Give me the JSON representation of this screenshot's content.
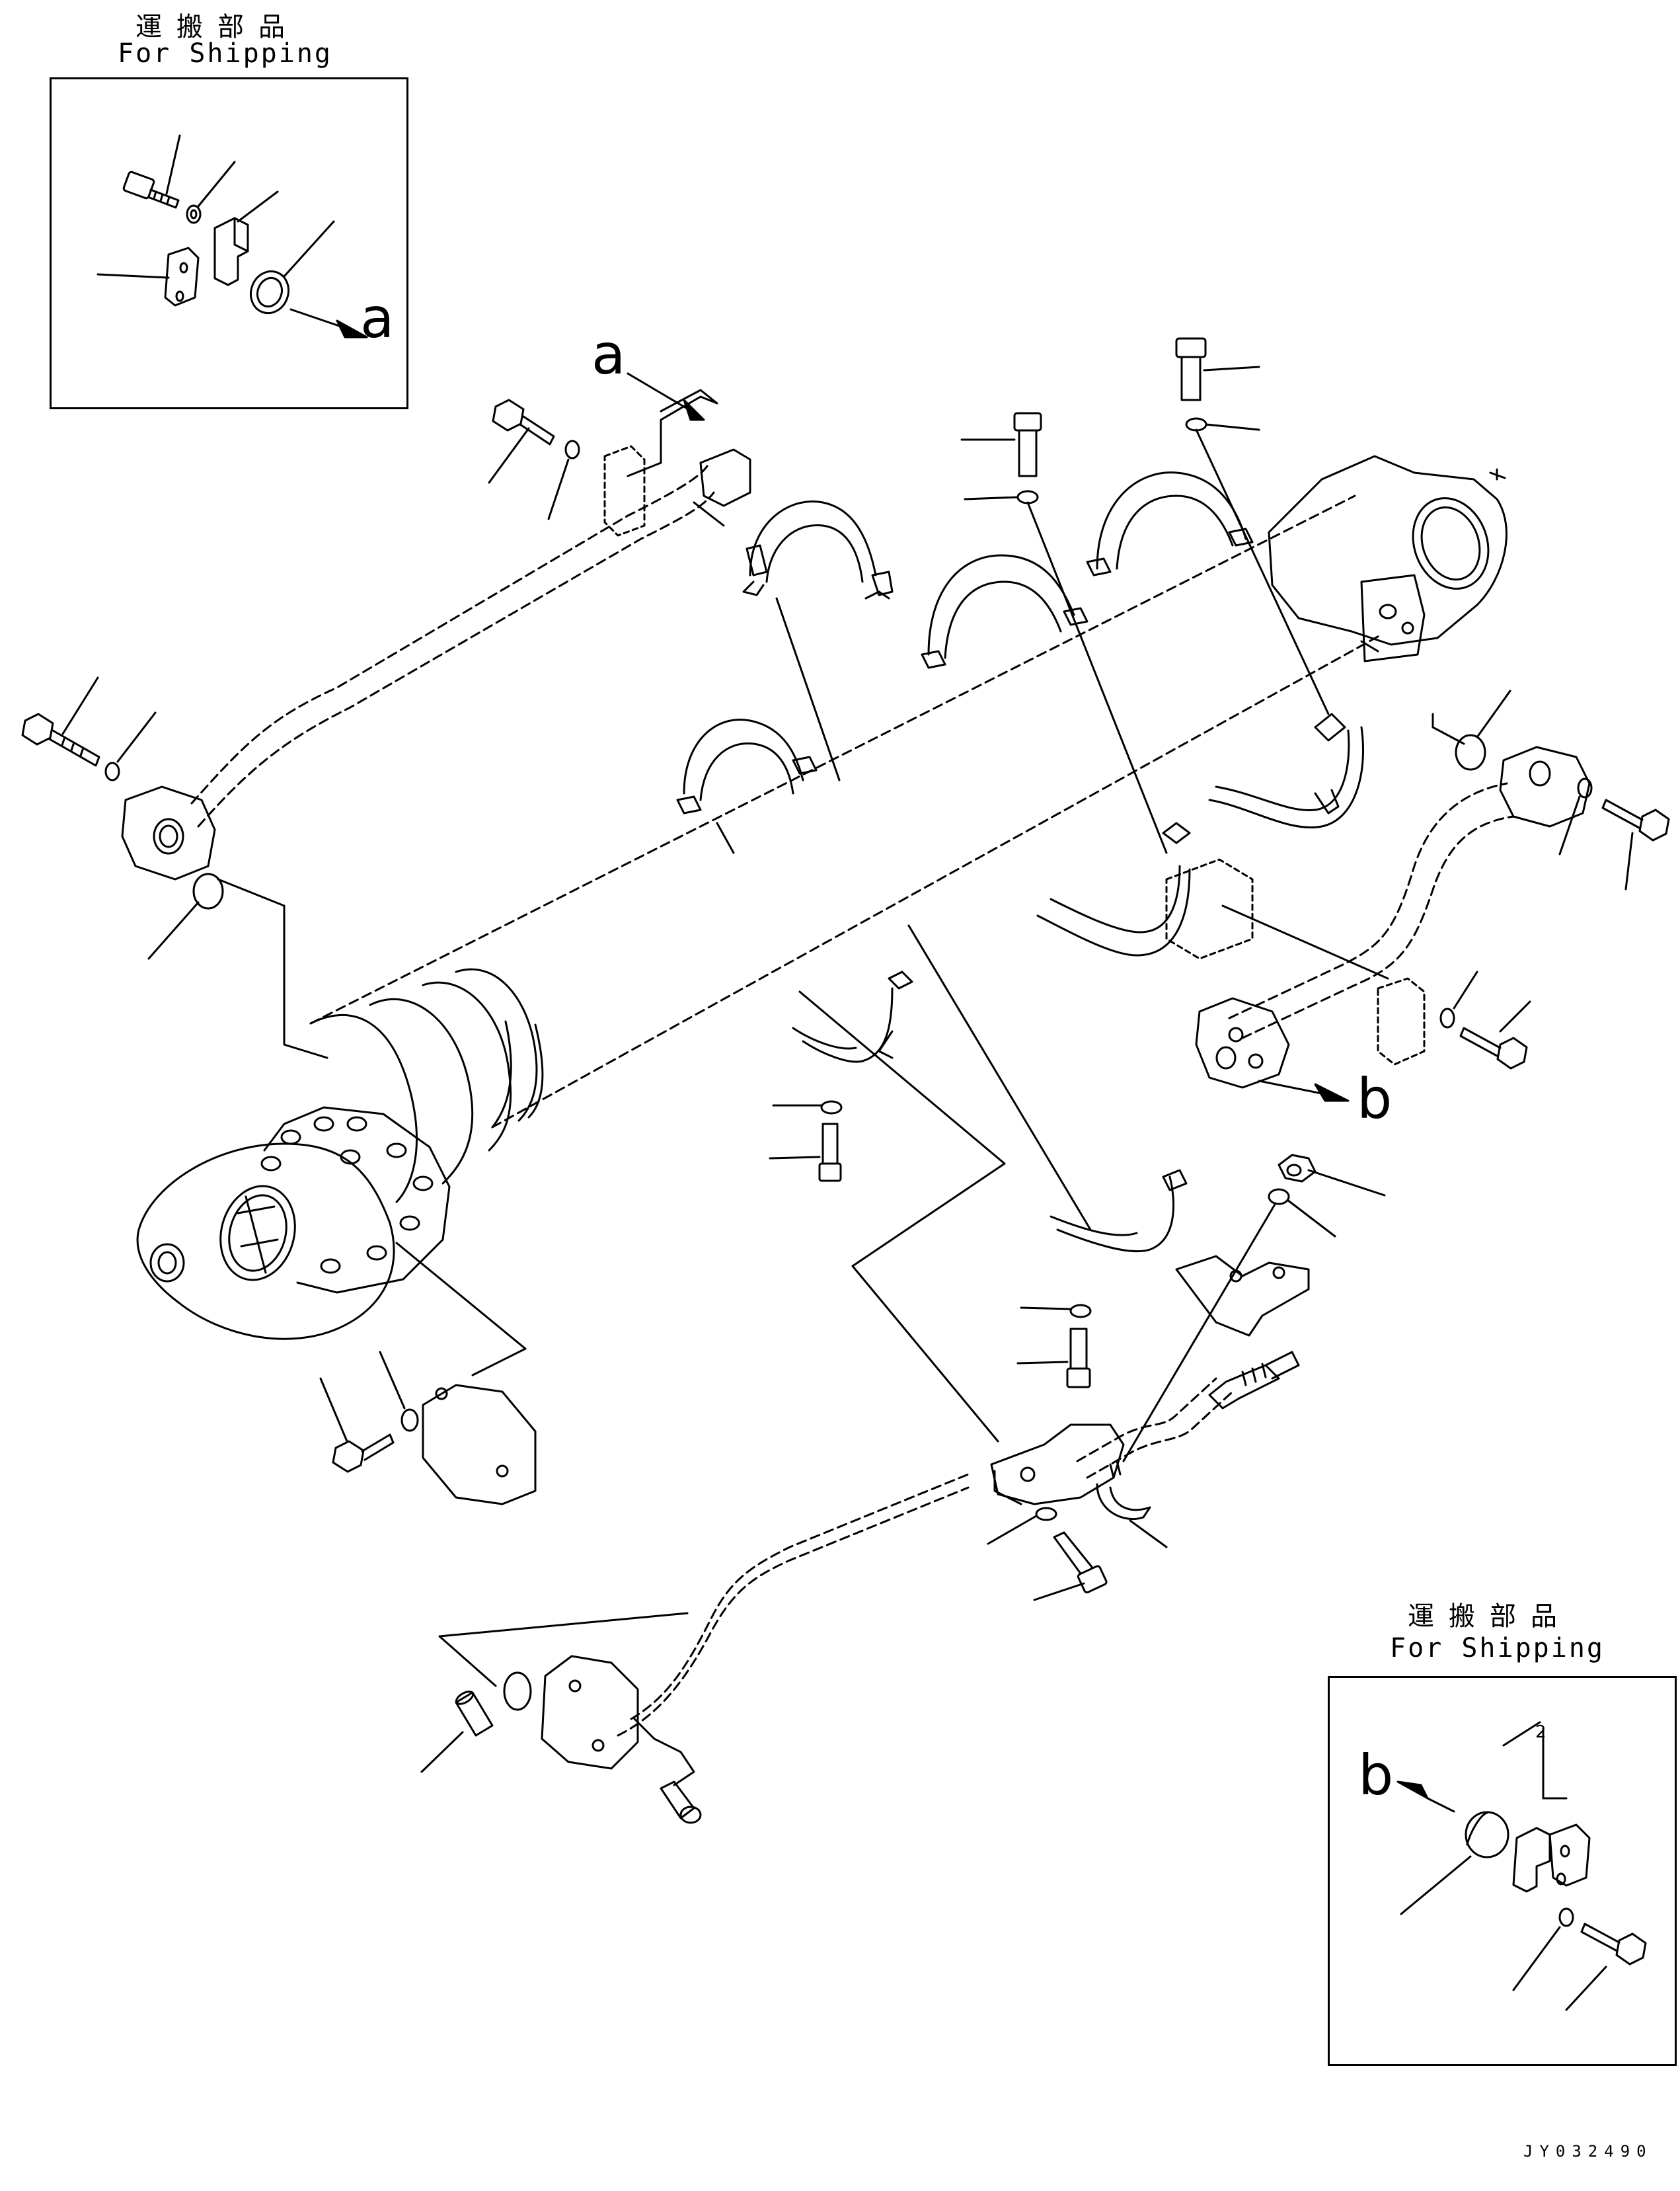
{
  "inset_top_left": {
    "title_jp": "運搬部品",
    "title_en": "For Shipping",
    "ref_letter": "a"
  },
  "inset_bottom_right": {
    "title_jp": "運搬部品",
    "title_en": "For Shipping",
    "ref_letter": "b",
    "item_number": "2"
  },
  "main": {
    "ref_a": "a",
    "ref_b": "b"
  },
  "drawing_code": "JY032490"
}
